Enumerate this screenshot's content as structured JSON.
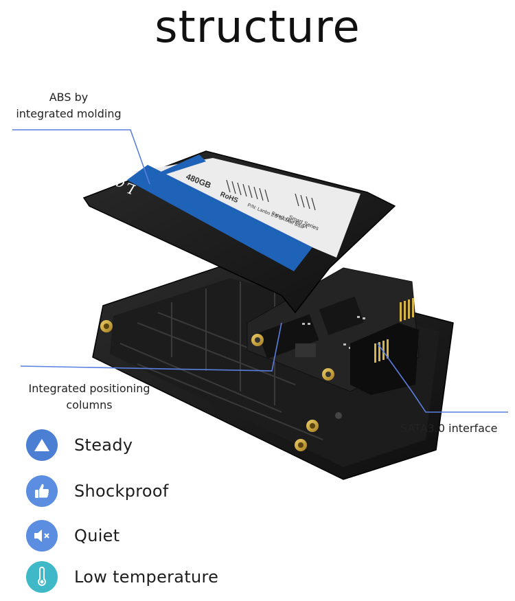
{
  "title": "structure",
  "callouts": {
    "abs_line1": "ABS  by",
    "abs_line2": "integrated molding",
    "positioning_line1": "Integrated positioning",
    "positioning_line2": "columns",
    "sata": "SATA3.0 interface"
  },
  "label_sticker": {
    "brand": "Lanbo flourishing",
    "capacity": "480GB",
    "series": "Smart Series",
    "pn": "P/N: Lanbo 2.5 SATAIII SSD",
    "rated": "Rated: DC+5V 1A",
    "rohs": "RoHS"
  },
  "features": [
    {
      "label": "Steady",
      "icon": "triangle-icon",
      "color": "#4a7fd4"
    },
    {
      "label": "Shockproof",
      "icon": "thumbs-up-icon",
      "color": "#5b8ee0"
    },
    {
      "label": "Quiet",
      "icon": "speaker-mute-icon",
      "color": "#5b8ee0"
    },
    {
      "label": "Low temperature",
      "icon": "thermometer-icon",
      "color": "#3fb8c8"
    }
  ],
  "colors": {
    "callout_line": "#5a7fe0",
    "label_blue": "#1f63b8",
    "case_dark": "#1a1a1a",
    "pcb": "#2a2a2a",
    "gold": "#c9a43a"
  }
}
